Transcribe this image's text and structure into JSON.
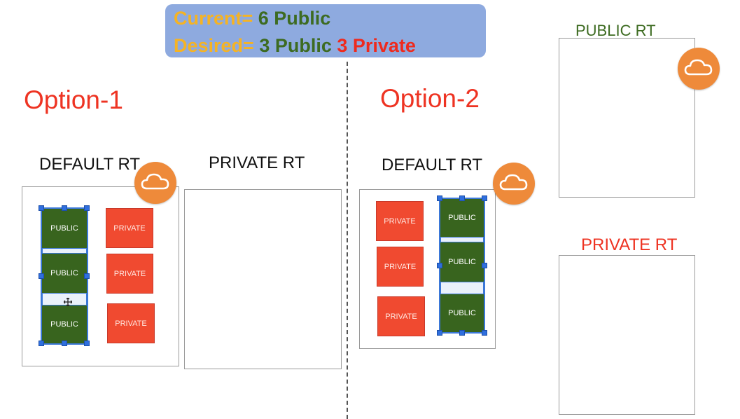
{
  "banner": {
    "current_prefix": "Current= ",
    "current_value": "6 Public",
    "desired_prefix": "Desired= ",
    "desired_public": "3 Public",
    "desired_private": "3 Private"
  },
  "option1": {
    "title": "Option-1",
    "default_rt_label": "DEFAULT RT",
    "private_rt_label": "PRIVATE RT",
    "public_subnets": [
      "PUBLIC",
      "PUBLIC",
      "PUBLIC"
    ],
    "private_subnets": [
      "PRIVATE",
      "PRIVATE",
      "PRIVATE"
    ]
  },
  "option2": {
    "title": "Option-2",
    "default_rt_label": "DEFAULT RT",
    "public_rt_label": "PUBLIC RT",
    "private_rt_label": "PRIVATE RT",
    "public_subnets": [
      "PUBLIC",
      "PUBLIC",
      "PUBLIC"
    ],
    "private_subnets": [
      "PRIVATE",
      "PRIVATE",
      "PRIVATE"
    ]
  },
  "icons": {
    "gateway": "cloud-icon",
    "cursor": "move-cursor-icon"
  },
  "colors": {
    "public": "#38641e",
    "private": "#f04a30",
    "title_red": "#ee3322",
    "banner_bg": "#8eaadf",
    "cloud": "#ee8a3a",
    "selection": "#3b78d8"
  }
}
